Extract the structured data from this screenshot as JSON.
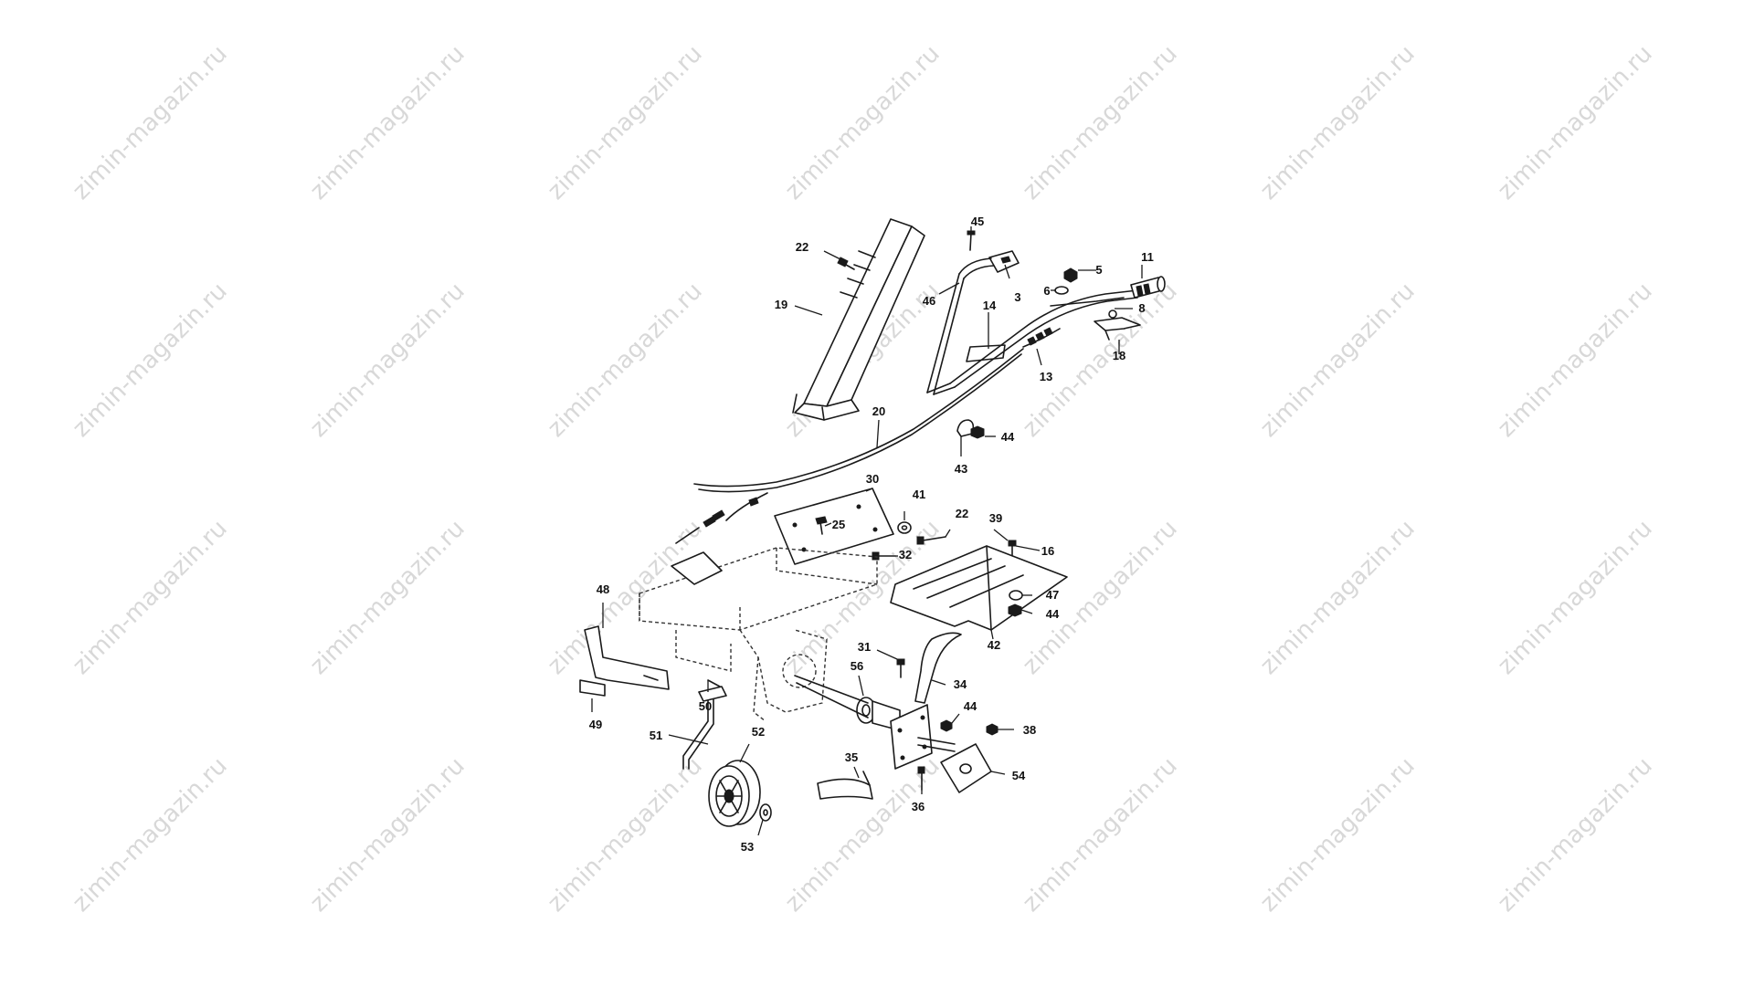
{
  "watermark": {
    "text": "zimin-magazin.ru"
  },
  "callouts": [
    {
      "id": "c45",
      "text": "45"
    },
    {
      "id": "c22a",
      "text": "22"
    },
    {
      "id": "c19",
      "text": "19"
    },
    {
      "id": "c3",
      "text": "3"
    },
    {
      "id": "c46",
      "text": "46"
    },
    {
      "id": "c5",
      "text": "5"
    },
    {
      "id": "c11",
      "text": "11"
    },
    {
      "id": "c6",
      "text": "6"
    },
    {
      "id": "c8",
      "text": "8"
    },
    {
      "id": "c14",
      "text": "14"
    },
    {
      "id": "c18",
      "text": "18"
    },
    {
      "id": "c13",
      "text": "13"
    },
    {
      "id": "c20",
      "text": "20"
    },
    {
      "id": "c44a",
      "text": "44"
    },
    {
      "id": "c43",
      "text": "43"
    },
    {
      "id": "c30",
      "text": "30"
    },
    {
      "id": "c41",
      "text": "41"
    },
    {
      "id": "c22b",
      "text": "22"
    },
    {
      "id": "c39",
      "text": "39"
    },
    {
      "id": "c25",
      "text": "25"
    },
    {
      "id": "c16",
      "text": "16"
    },
    {
      "id": "c32",
      "text": "32"
    },
    {
      "id": "c47",
      "text": "47"
    },
    {
      "id": "c44b",
      "text": "44"
    },
    {
      "id": "c48",
      "text": "48"
    },
    {
      "id": "c42",
      "text": "42"
    },
    {
      "id": "c31",
      "text": "31"
    },
    {
      "id": "c34",
      "text": "34"
    },
    {
      "id": "c56",
      "text": "56"
    },
    {
      "id": "c50",
      "text": "50"
    },
    {
      "id": "c44c",
      "text": "44"
    },
    {
      "id": "c49",
      "text": "49"
    },
    {
      "id": "c38",
      "text": "38"
    },
    {
      "id": "c51",
      "text": "51"
    },
    {
      "id": "c52",
      "text": "52"
    },
    {
      "id": "c35",
      "text": "35"
    },
    {
      "id": "c54",
      "text": "54"
    },
    {
      "id": "c36",
      "text": "36"
    },
    {
      "id": "c53",
      "text": "53"
    }
  ]
}
